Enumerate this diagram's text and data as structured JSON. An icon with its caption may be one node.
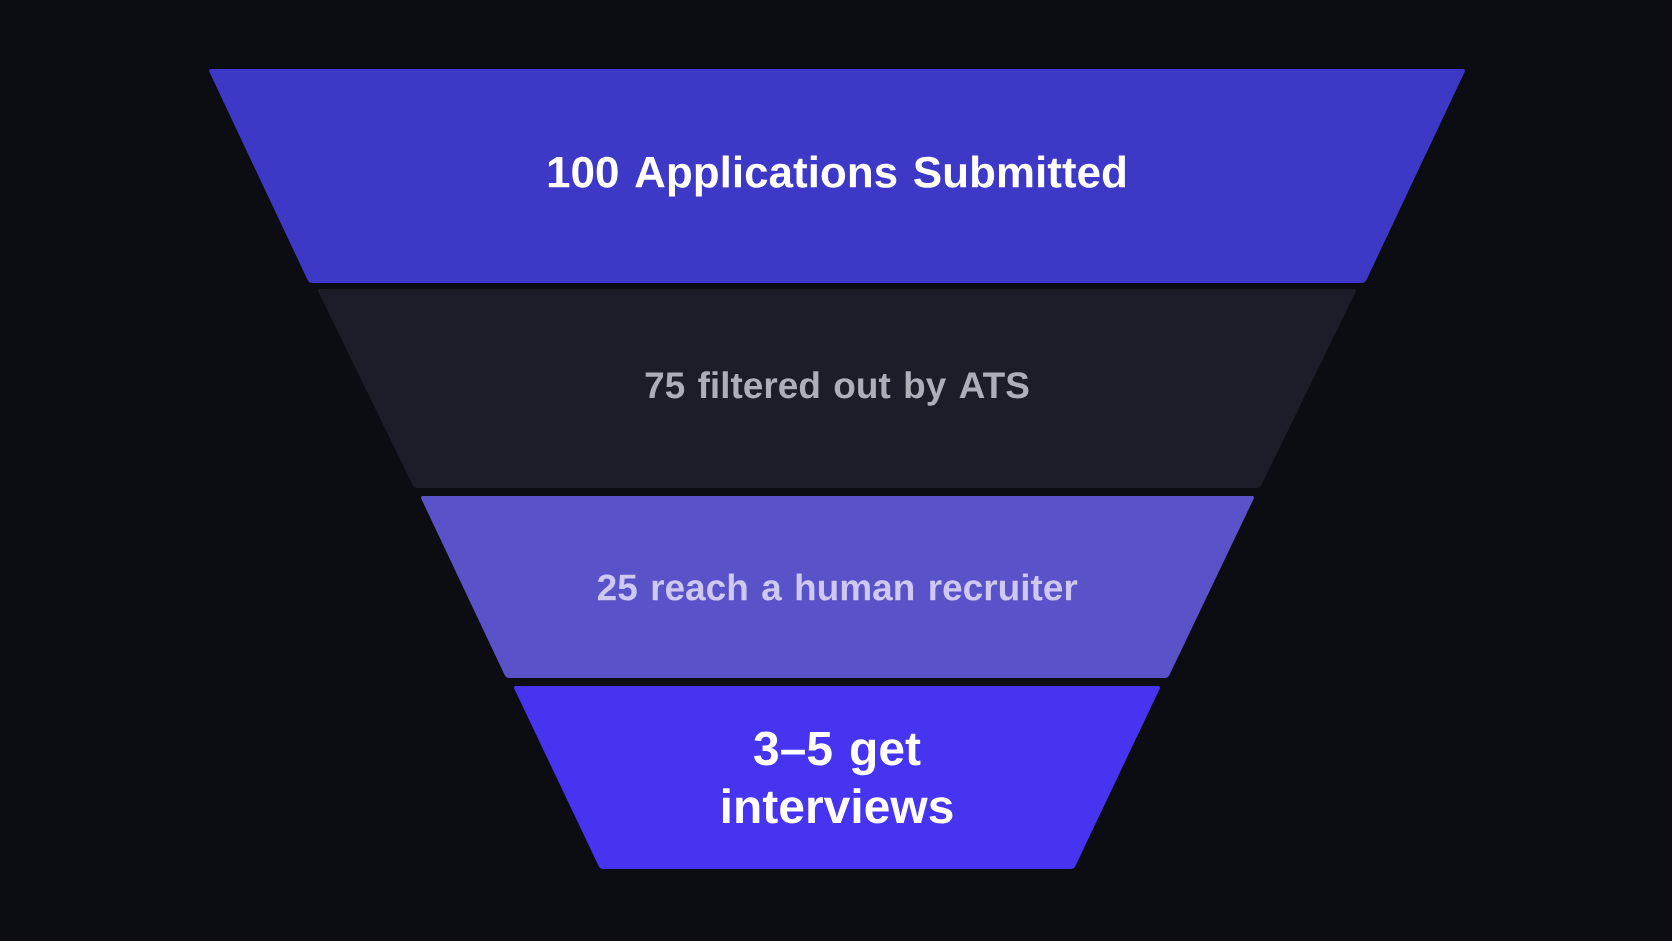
{
  "diagram": {
    "nodes": [
      {
        "text": [
          "100 Applications Submitted"
        ]
      },
      {
        "text": [
          "75 filtered out by ATS"
        ]
      },
      {
        "text": [
          "25 reach a human recruiter"
        ]
      },
      {
        "text": [
          "3–5 get interviews"
        ]
      }
    ]
  }
}
